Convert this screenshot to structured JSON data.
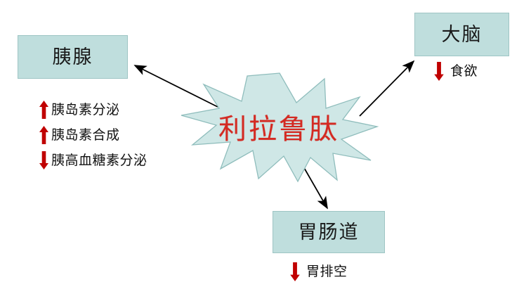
{
  "diagram": {
    "center": {
      "label": "利拉鲁肽",
      "shape": "starburst",
      "fill_color": "#cfe7e6",
      "stroke_color": "#8fbdbc",
      "text_color": "#d42a22"
    },
    "nodes": [
      {
        "id": "pancreas",
        "label": "胰腺",
        "fill_color": "#bfdedd",
        "border_color": "#9ec5c4"
      },
      {
        "id": "brain",
        "label": "大脑",
        "fill_color": "#bfdedd",
        "border_color": "#9ec5c4"
      },
      {
        "id": "git",
        "label": "胃肠道",
        "fill_color": "#bfdedd",
        "border_color": "#9ec5c4"
      }
    ],
    "arrows": [
      {
        "from": "center",
        "to": "pancreas",
        "direction": "up-left"
      },
      {
        "from": "center",
        "to": "brain",
        "direction": "up-right"
      },
      {
        "from": "center",
        "to": "git",
        "direction": "down-right"
      }
    ],
    "effects": {
      "pancreas": [
        {
          "direction": "up",
          "text": "胰岛素分泌",
          "color": "#c00000"
        },
        {
          "direction": "up",
          "text": "胰岛素合成",
          "color": "#c00000"
        },
        {
          "direction": "down",
          "text": "胰高血糖素分泌",
          "color": "#c00000"
        }
      ],
      "brain": [
        {
          "direction": "down",
          "text": "食欲",
          "color": "#c00000"
        }
      ],
      "git": [
        {
          "direction": "down",
          "text": "胃排空",
          "color": "#c00000"
        }
      ]
    }
  }
}
